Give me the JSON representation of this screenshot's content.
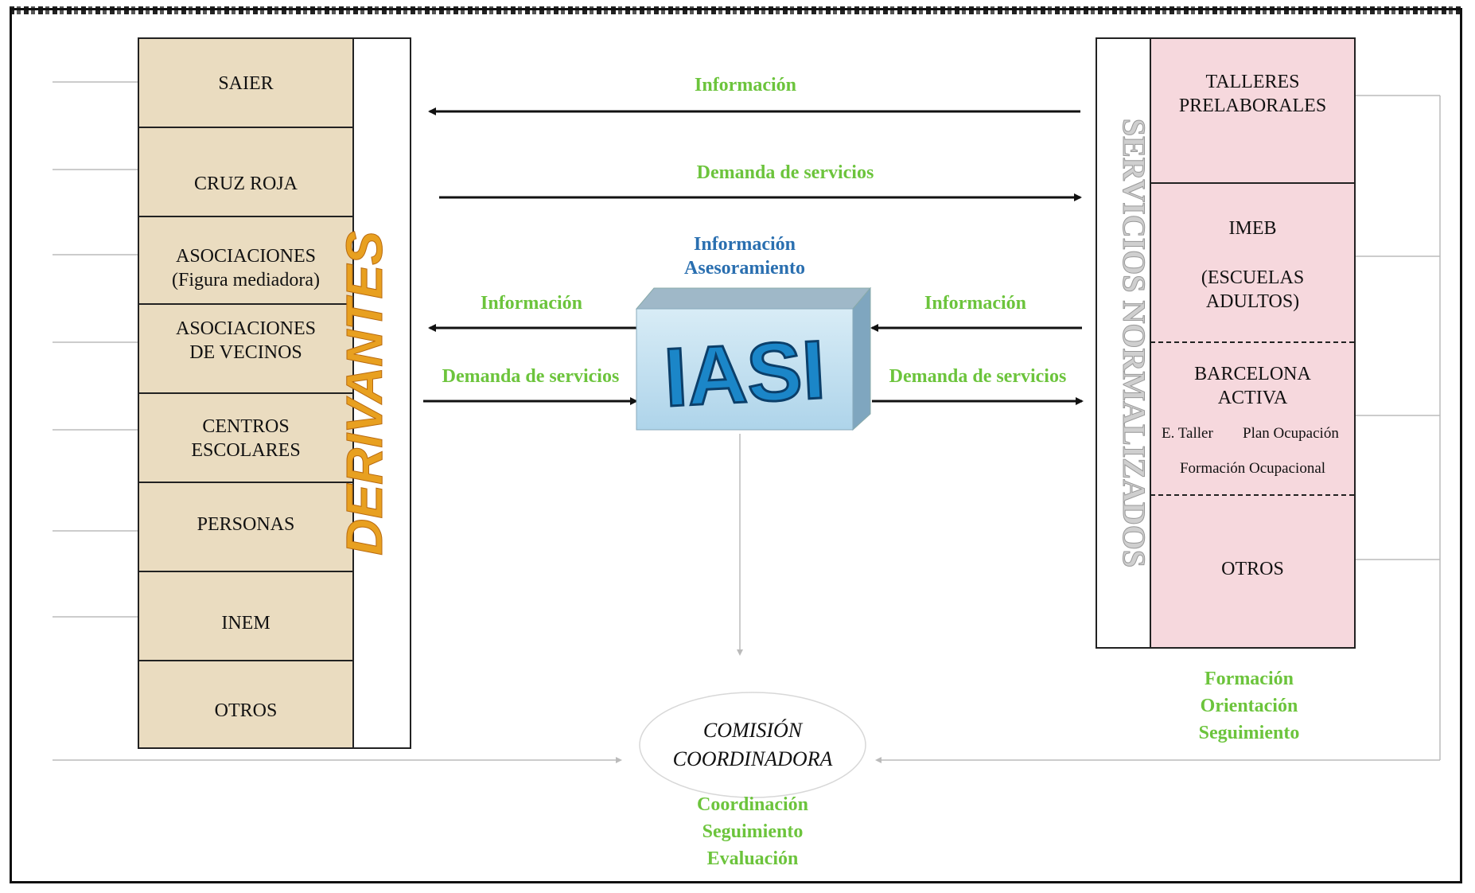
{
  "derivantes": {
    "title": "DERIVANTES",
    "items": [
      "SAIER",
      "CRUZ ROJA",
      "ASOCIACIONES|(Figura mediadora)",
      "ASOCIACIONES|DE VECINOS",
      "CENTROS|ESCOLARES",
      "PERSONAS",
      "INEM",
      "OTROS"
    ]
  },
  "servicios": {
    "title": "SERVICIOS NORMALIZADOS",
    "items": {
      "talleres": "TALLERES|PRELABORALES",
      "imeb_1": "IMEB",
      "imeb_2": "(ESCUELAS|ADULTOS)",
      "barcelona": "BARCELONA|ACTIVA",
      "barcelona_sub1": "E. Taller",
      "barcelona_sub2": "Plan Ocupación",
      "barcelona_sub3": "Formación Ocupacional",
      "otros": "OTROS"
    },
    "functions": [
      "Formación",
      "Orientación",
      "Seguimiento"
    ]
  },
  "flows": {
    "top_info": "Información",
    "top_demand": "Demanda de servicios",
    "left_info": "Información",
    "left_demand": "Demanda de servicios",
    "right_info": "Información",
    "right_demand": "Demanda de servicios"
  },
  "iasi": {
    "logo": "IASI",
    "caption_1": "Información",
    "caption_2": "Asesoramiento"
  },
  "comision": {
    "title_1": "COMISIÓN",
    "title_2": "COORDINADORA",
    "functions": [
      "Coordinación",
      "Seguimiento",
      "Evaluación"
    ]
  },
  "colors": {
    "derivantes_fill": "#eadcc0",
    "servicios_fill": "#f6d8dd",
    "label_green": "#6cc43c",
    "iasi_blue": "#2a6fb0",
    "derivantes_title": "#e8a020"
  }
}
